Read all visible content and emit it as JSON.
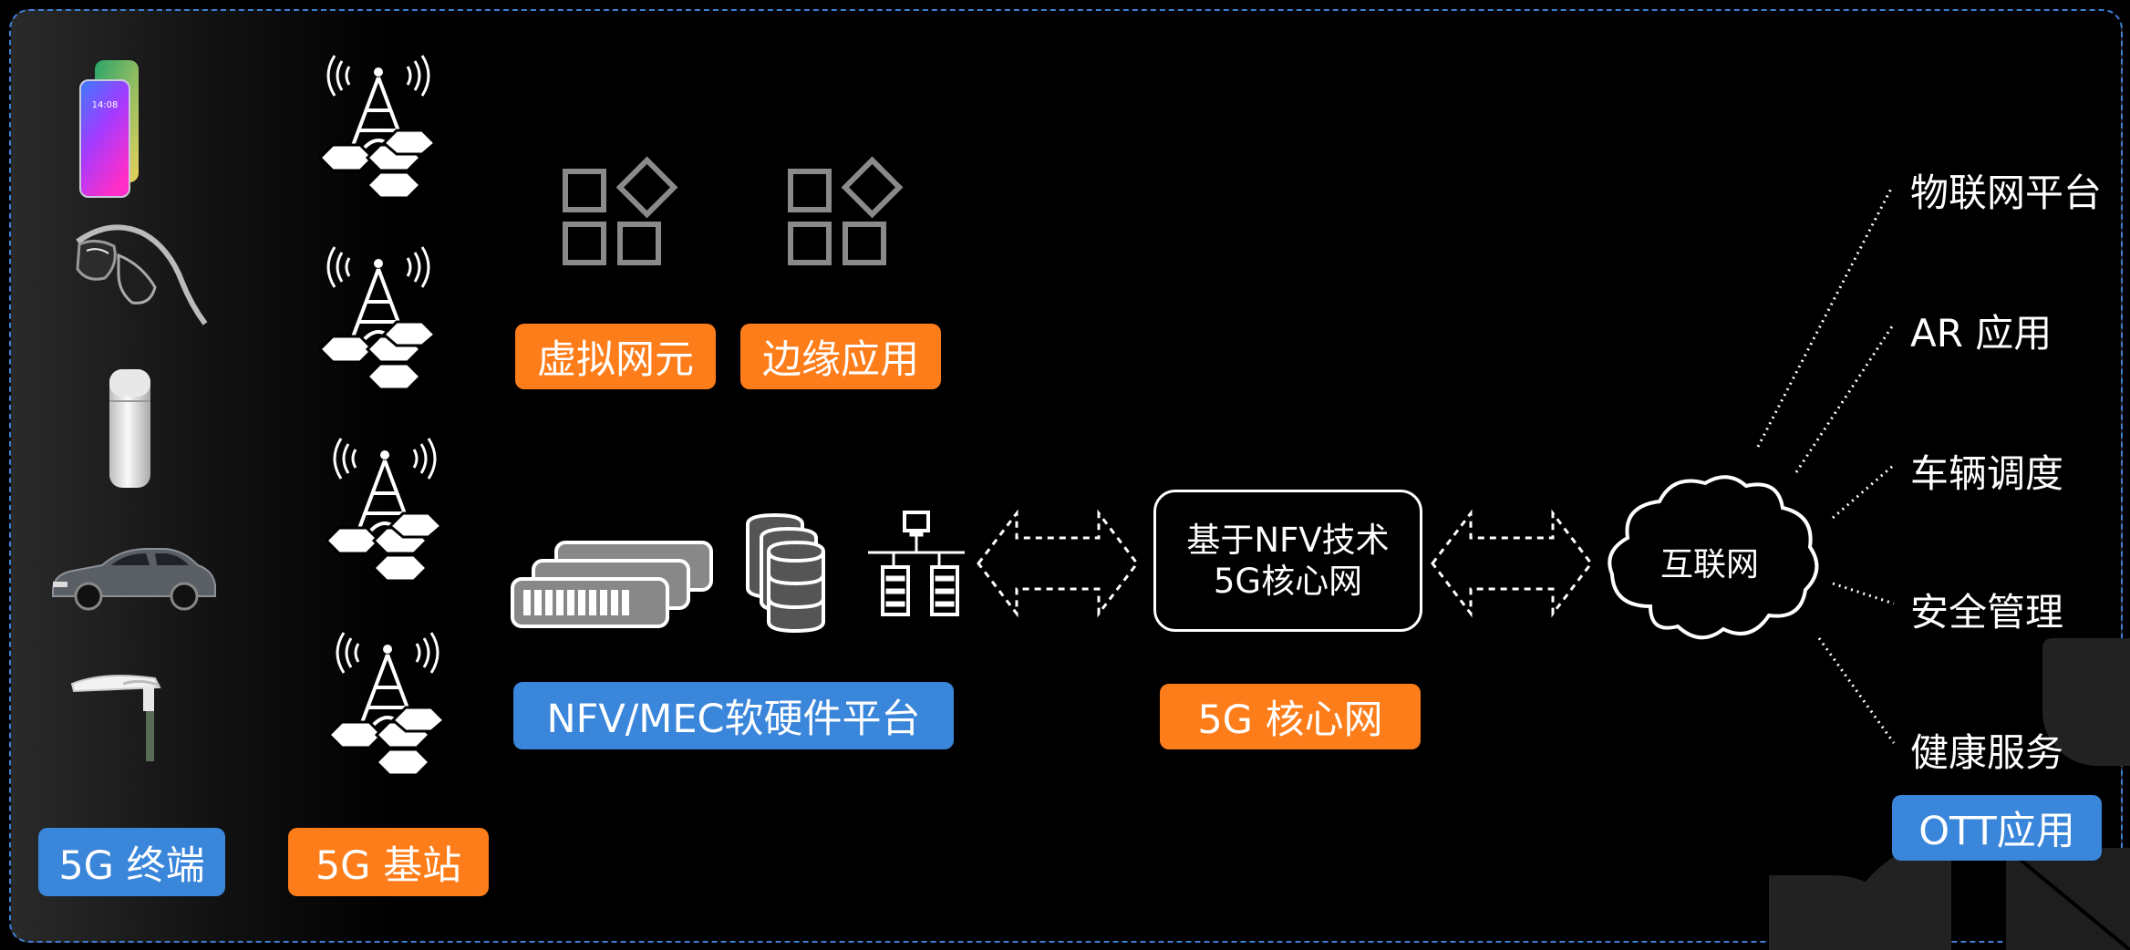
{
  "terminals": {
    "label": "5G 终端",
    "devices": [
      "phone-icon",
      "vr-glasses-icon",
      "smart-speaker-icon",
      "car-icon",
      "street-light-icon"
    ],
    "phone_time": "14:08"
  },
  "base_stations": {
    "label": "5G 基站",
    "count": 4
  },
  "virtual_ne": {
    "label": "虚拟网元"
  },
  "edge_apps": {
    "label": "边缘应用"
  },
  "nfv_platform": {
    "label": "NFV/MEC软硬件平台"
  },
  "core": {
    "box_line1": "基于NFV技术",
    "box_line2": "5G核心网",
    "label": "5G 核心网"
  },
  "internet": {
    "label": "互联网"
  },
  "ott": {
    "label": "OTT应用",
    "apps": [
      "物联网平台",
      "AR 应用",
      "车辆调度",
      "安全管理",
      "健康服务"
    ]
  },
  "colors": {
    "orange": "#fd7d1a",
    "blue": "#3a86da",
    "frame_border": "#3d7fd6",
    "background": "#000000"
  }
}
